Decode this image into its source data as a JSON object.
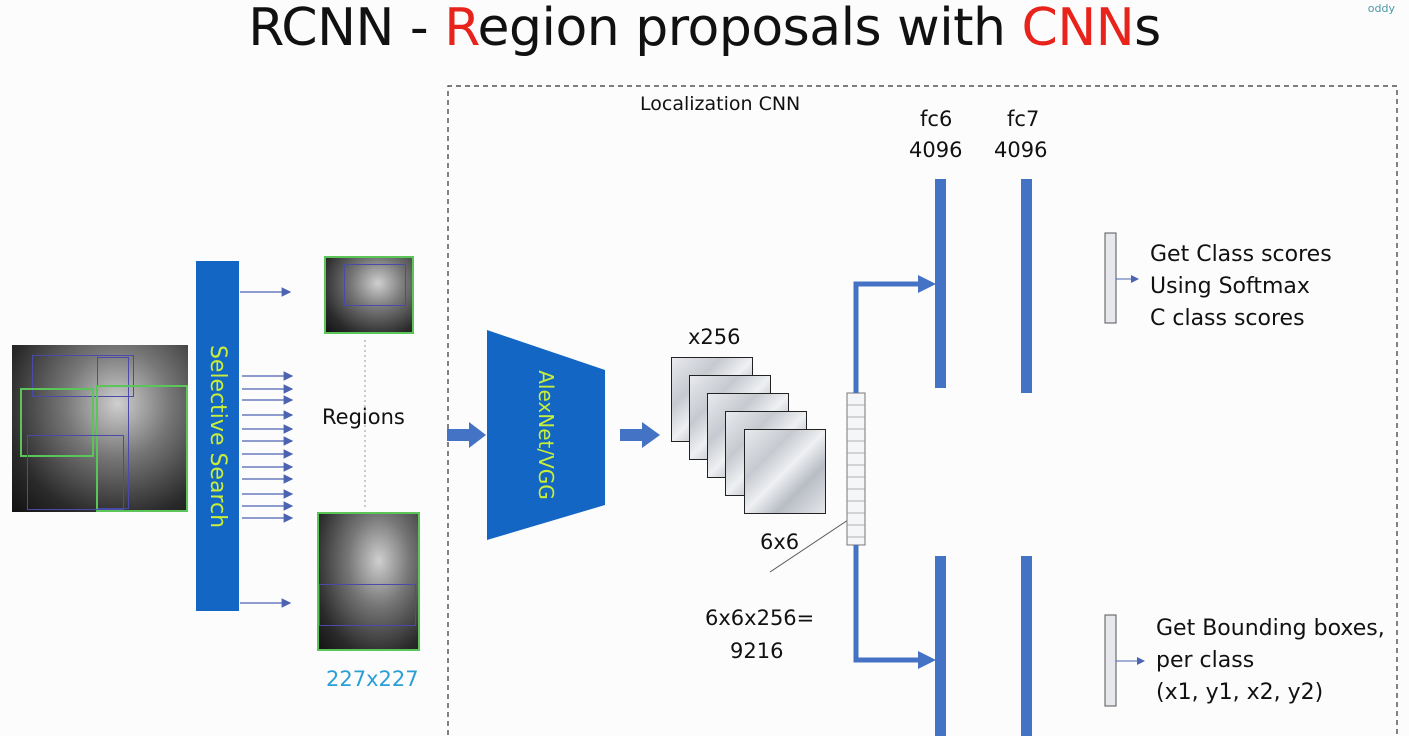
{
  "title": {
    "part1": "RCNN - ",
    "part2": "R",
    "part3": "egion proposals with ",
    "part4": "CNN",
    "part5": "s"
  },
  "brand": "oddy",
  "selective_search": "Selective Search",
  "regions_label": "Regions",
  "region_size": "227x227",
  "localization_label": "Localization CNN",
  "backbone": "AlexNet/VGG",
  "feature_depth": "x256",
  "feature_size": "6x6",
  "flatten": {
    "line1": "6x6x256=",
    "line2": "9216"
  },
  "fc6": {
    "name": "fc6",
    "size": "4096"
  },
  "fc7": {
    "name": "fc7",
    "size": "4096"
  },
  "class_output": [
    "Get Class scores",
    "Using Softmax",
    "C class scores"
  ],
  "bbox_output": [
    "Get Bounding boxes,",
    "per class",
    "(x1, y1, x2, y2)"
  ],
  "colors": {
    "accent_red": "#e8231c",
    "blue": "#1366c4",
    "layer_blue": "#4472c4",
    "label_green": "#c8ee3a",
    "size_cyan": "#2a9fd6"
  }
}
